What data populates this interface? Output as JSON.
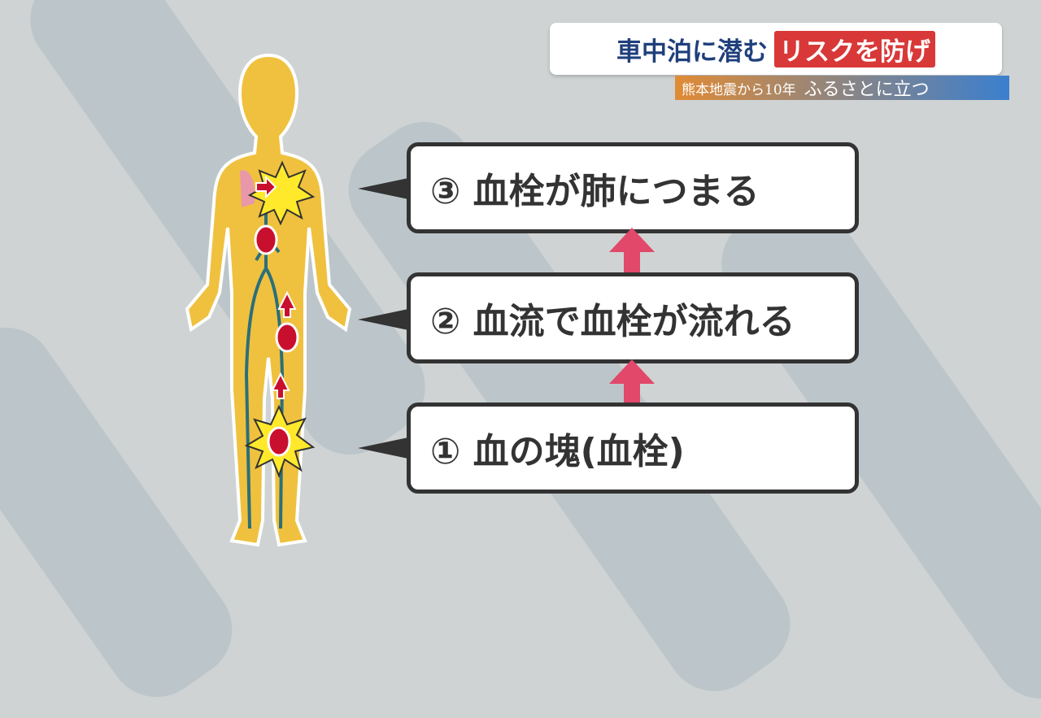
{
  "header": {
    "title_main": "車中泊に潜む",
    "title_highlight": "リスクを防げ",
    "subtitle_series": "熊本地震から10年",
    "subtitle_program": "ふるさとに立つ"
  },
  "steps": [
    {
      "label": "③ 血栓が肺につまる"
    },
    {
      "label": "② 血流で血栓が流れる"
    },
    {
      "label": "① 血の塊(血栓)"
    }
  ],
  "colors": {
    "title_blue": "#1f3f7c",
    "highlight_red": "#d93838",
    "body_yellow": "#f0c13e",
    "arrow_pink": "#e2486a",
    "clot_red": "#c8102e"
  }
}
